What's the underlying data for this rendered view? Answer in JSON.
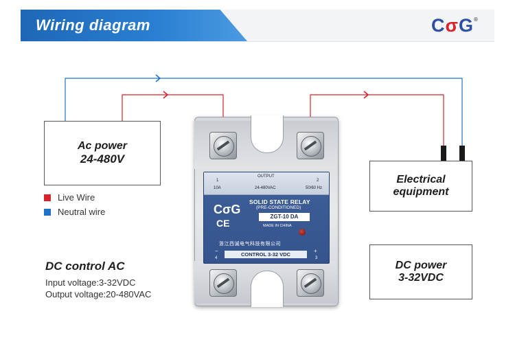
{
  "header": {
    "title": "Wiring diagram",
    "logo": {
      "c": "C",
      "o": "σ",
      "g": "G",
      "reg": "®"
    }
  },
  "ac_power": {
    "line1": "Ac power",
    "line2": "24-480V"
  },
  "equipment": {
    "line1": "Electrical",
    "line2": "equipment"
  },
  "dc_power": {
    "line1": "DC power",
    "line2": "3-32VDC"
  },
  "legend": [
    {
      "color": "#d8232a",
      "label": "Live Wire"
    },
    {
      "color": "#1e73c8",
      "label": "Neutral wire"
    }
  ],
  "info": {
    "title": "DC control AC",
    "input": "Input voltage:3-32VDC",
    "output": "Output voltage:20-480VAC"
  },
  "relay": {
    "output_label": "OUTPUT",
    "term1": "1",
    "term2": "2",
    "amps": "10A",
    "voltage": "24-480VAC",
    "freq": "50/60 Hz",
    "logo": "CσG",
    "ce": "CE",
    "title": "SOLID STATE RELAY",
    "subtitle": "(PRE-CONDITIONED)",
    "model": "ZGT-10 DA",
    "made_in": "MADE IN CHINA",
    "company": "浙江西诚电气科技有限公司",
    "control": "CONTROL 3-32 VDC",
    "minus": "−",
    "plus": "+",
    "term4": "4",
    "term3": "3"
  },
  "colors": {
    "live": "#d8232a",
    "neutral": "#1e73c8"
  }
}
